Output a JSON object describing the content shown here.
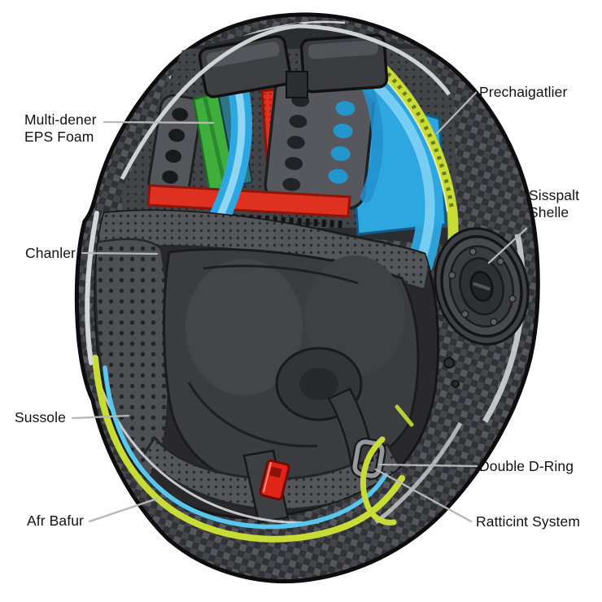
{
  "figure": {
    "type": "annotated-helmet-cutaway-illustration",
    "background": "#ffffff"
  },
  "colors": {
    "background": "#ffffff",
    "outline": "#0d0d0e",
    "shell_carbon": "#45464a",
    "eps_green": "#3fae3c",
    "eps_blue": "#2ea7e0",
    "eps_red": "#df3120",
    "liner_yellow": "#c9db35",
    "trim_blue": "#57c7ee",
    "buckle_red": "#e02418",
    "padding_gray": "#55565a",
    "leader_line": "#b7b7b7",
    "label_text": "#111111"
  },
  "labels": {
    "eps_foam": {
      "text": "Multi-dener\nEPS Foam"
    },
    "prechaigatlier": {
      "text": "Prechaigatlier"
    },
    "sisspalt_shelle": {
      "text": "Sisspalt\nShelle"
    },
    "chanler": {
      "text": "Chanler"
    },
    "sussole": {
      "text": "Sussole"
    },
    "double_d_ring": {
      "text": "Double D-Ring"
    },
    "afr_bafur": {
      "text": "Afr Bafur"
    },
    "ratticint_system": {
      "text": "Ratticint System"
    }
  }
}
